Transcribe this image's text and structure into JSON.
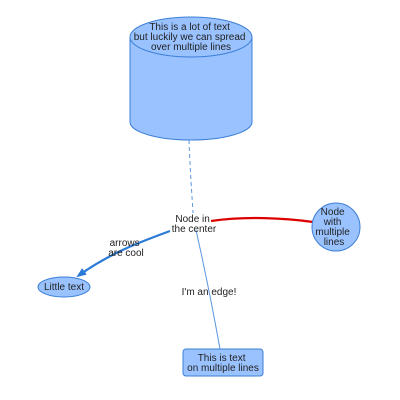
{
  "nodes": {
    "cylinder": {
      "lines": [
        "This is a lot of text",
        "but luckily we can spread",
        "over multiple lines"
      ]
    },
    "center": {
      "lines": [
        "Node in",
        "the center"
      ]
    },
    "right": {
      "lines": [
        "Node",
        "with",
        "multiple",
        "lines"
      ]
    },
    "little": {
      "lines": [
        "Little text"
      ]
    },
    "box": {
      "lines": [
        "This is text",
        "on multiple lines"
      ]
    }
  },
  "edges": {
    "arrows": {
      "lines": [
        "arrows",
        "are cool"
      ]
    },
    "edge": {
      "lines": [
        "I'm an edge!"
      ]
    }
  },
  "colors": {
    "node_fill": "#99c2ff",
    "node_stroke": "#3d7fd6",
    "red_edge": "#dd0000",
    "blue_edge": "#2a7ad8",
    "thin_edge": "#5b96e0"
  }
}
